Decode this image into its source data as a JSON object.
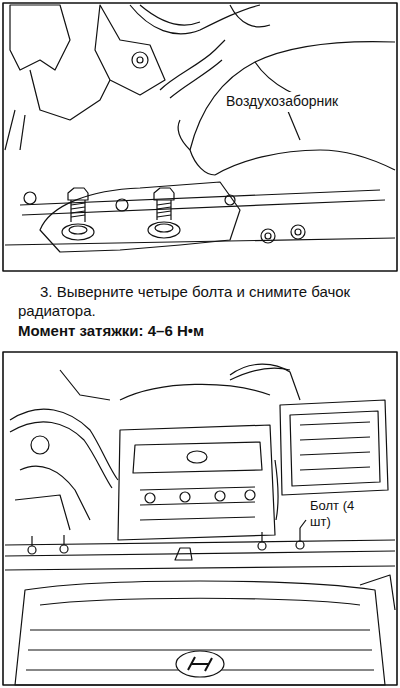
{
  "diagram": {
    "labels": [
      "Воздухозаборник",
      "3. Выверните четыре болта и снимите бачок радиатора.",
      "Момент затяжки: 4–6 Н•м",
      "Болт (4 шт)"
    ]
  }
}
